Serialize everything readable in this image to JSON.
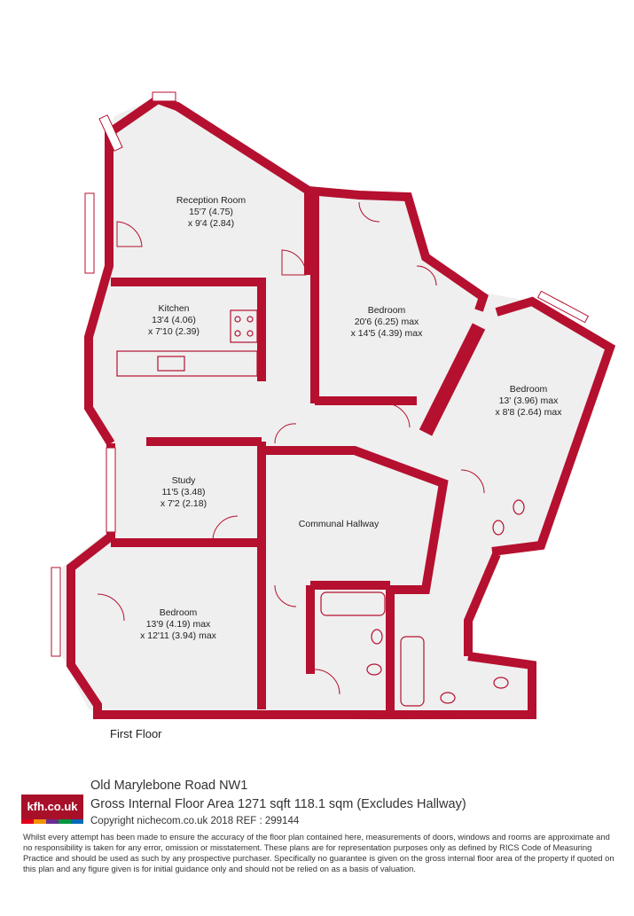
{
  "rooms": [
    {
      "name": "Reception Room",
      "dims": "15'7 (4.75)",
      "dims2": "x 9'4 (2.84)"
    },
    {
      "name": "Kitchen",
      "dims": "13'4 (4.06)",
      "dims2": "x 7'10 (2.39)"
    },
    {
      "name": "Bedroom",
      "dims": "20'6 (6.25) max",
      "dims2": "x 14'5 (4.39) max"
    },
    {
      "name": "Bedroom",
      "dims": "13' (3.96) max",
      "dims2": "x 8'8 (2.64) max"
    },
    {
      "name": "Study",
      "dims": "11'5 (3.48)",
      "dims2": "x 7'2 (2.18)"
    },
    {
      "name": "Communal Hallway",
      "dims": "",
      "dims2": ""
    },
    {
      "name": "Bedroom",
      "dims": "13'9 (4.19) max",
      "dims2": "x 12'11 (3.94) max"
    }
  ],
  "floor_label": "First Floor",
  "logo": {
    "text": "kfh.co.uk",
    "colors": [
      "#e2001a",
      "#f39200",
      "#6a2c91",
      "#00963f",
      "#0069b4"
    ]
  },
  "address": "Old Marylebone Road  NW1",
  "gross_area": "Gross Internal Floor Area 1271 sqft 118.1 sqm (Excludes Hallway)",
  "copyright": "Copyright nichecom.co.uk 2018 REF : 299144",
  "disclaimer": "Whilst every attempt has been made to ensure the accuracy of the floor plan contained here, measurements of doors, windows and rooms are approximate and no responsibility is taken for any error, omission or misstatement. These plans are for representation purposes only as defined by RICS Code of Measuring Practice and should be used as such by any prospective purchaser. Specifically no guarantee is given on the gross internal floor area of the property if quoted on this plan and any figure given is for initial guidance only and should not be relied on as a basis of valuation.",
  "colors": {
    "wall": "#b5102f",
    "floor": "#efefef"
  }
}
